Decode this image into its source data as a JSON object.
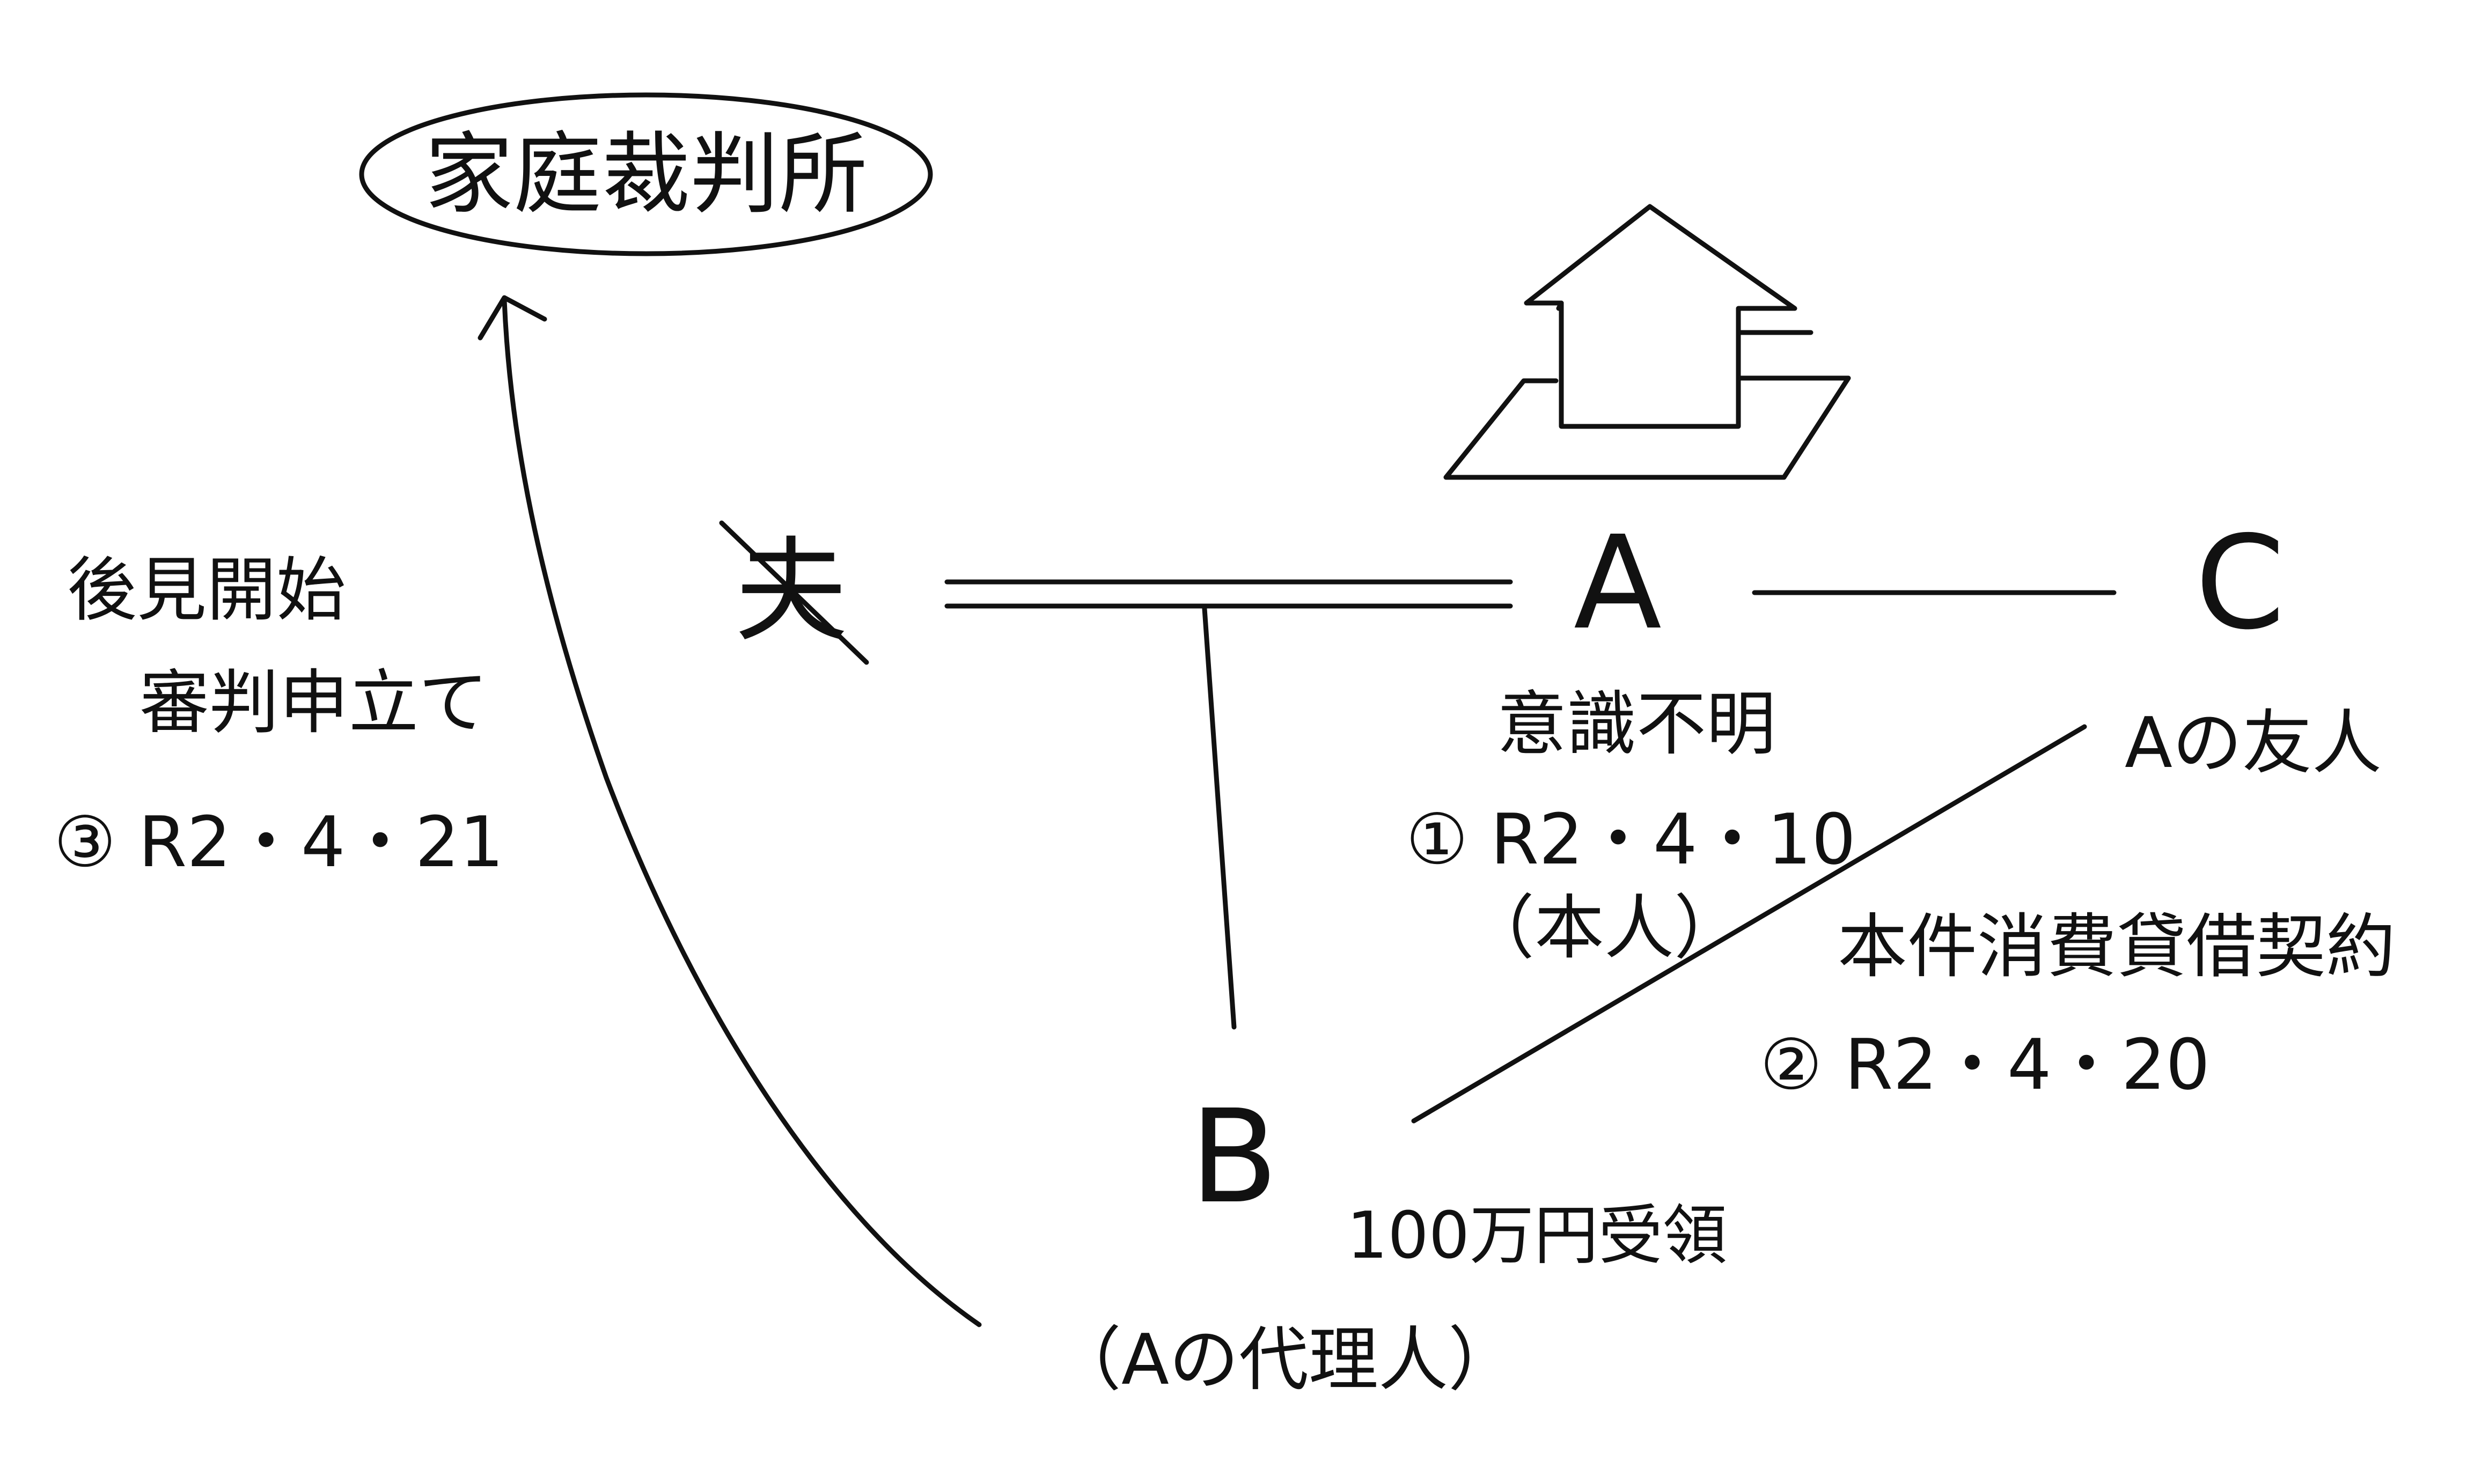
{
  "court": {
    "label": "家庭裁判所"
  },
  "petition": {
    "line1": "後見開始",
    "line2": "審判申立て",
    "date": "③ R2・4・21"
  },
  "deceased": {
    "mark": "夫"
  },
  "person_a": {
    "label": "A",
    "state": "意識不明",
    "date": "① R2・4・10",
    "note": "（本人）"
  },
  "person_b": {
    "label": "B",
    "received": "100万円受領",
    "role": "（Aの代理人）"
  },
  "person_c": {
    "label": "C",
    "relation": "Aの友人"
  },
  "contract": {
    "label": "本件消費貸借契約",
    "date": "② R2・4・20"
  },
  "colors": {
    "ink": "#111111",
    "paper": "#ffffff"
  },
  "icons": {
    "house": "house-icon"
  }
}
